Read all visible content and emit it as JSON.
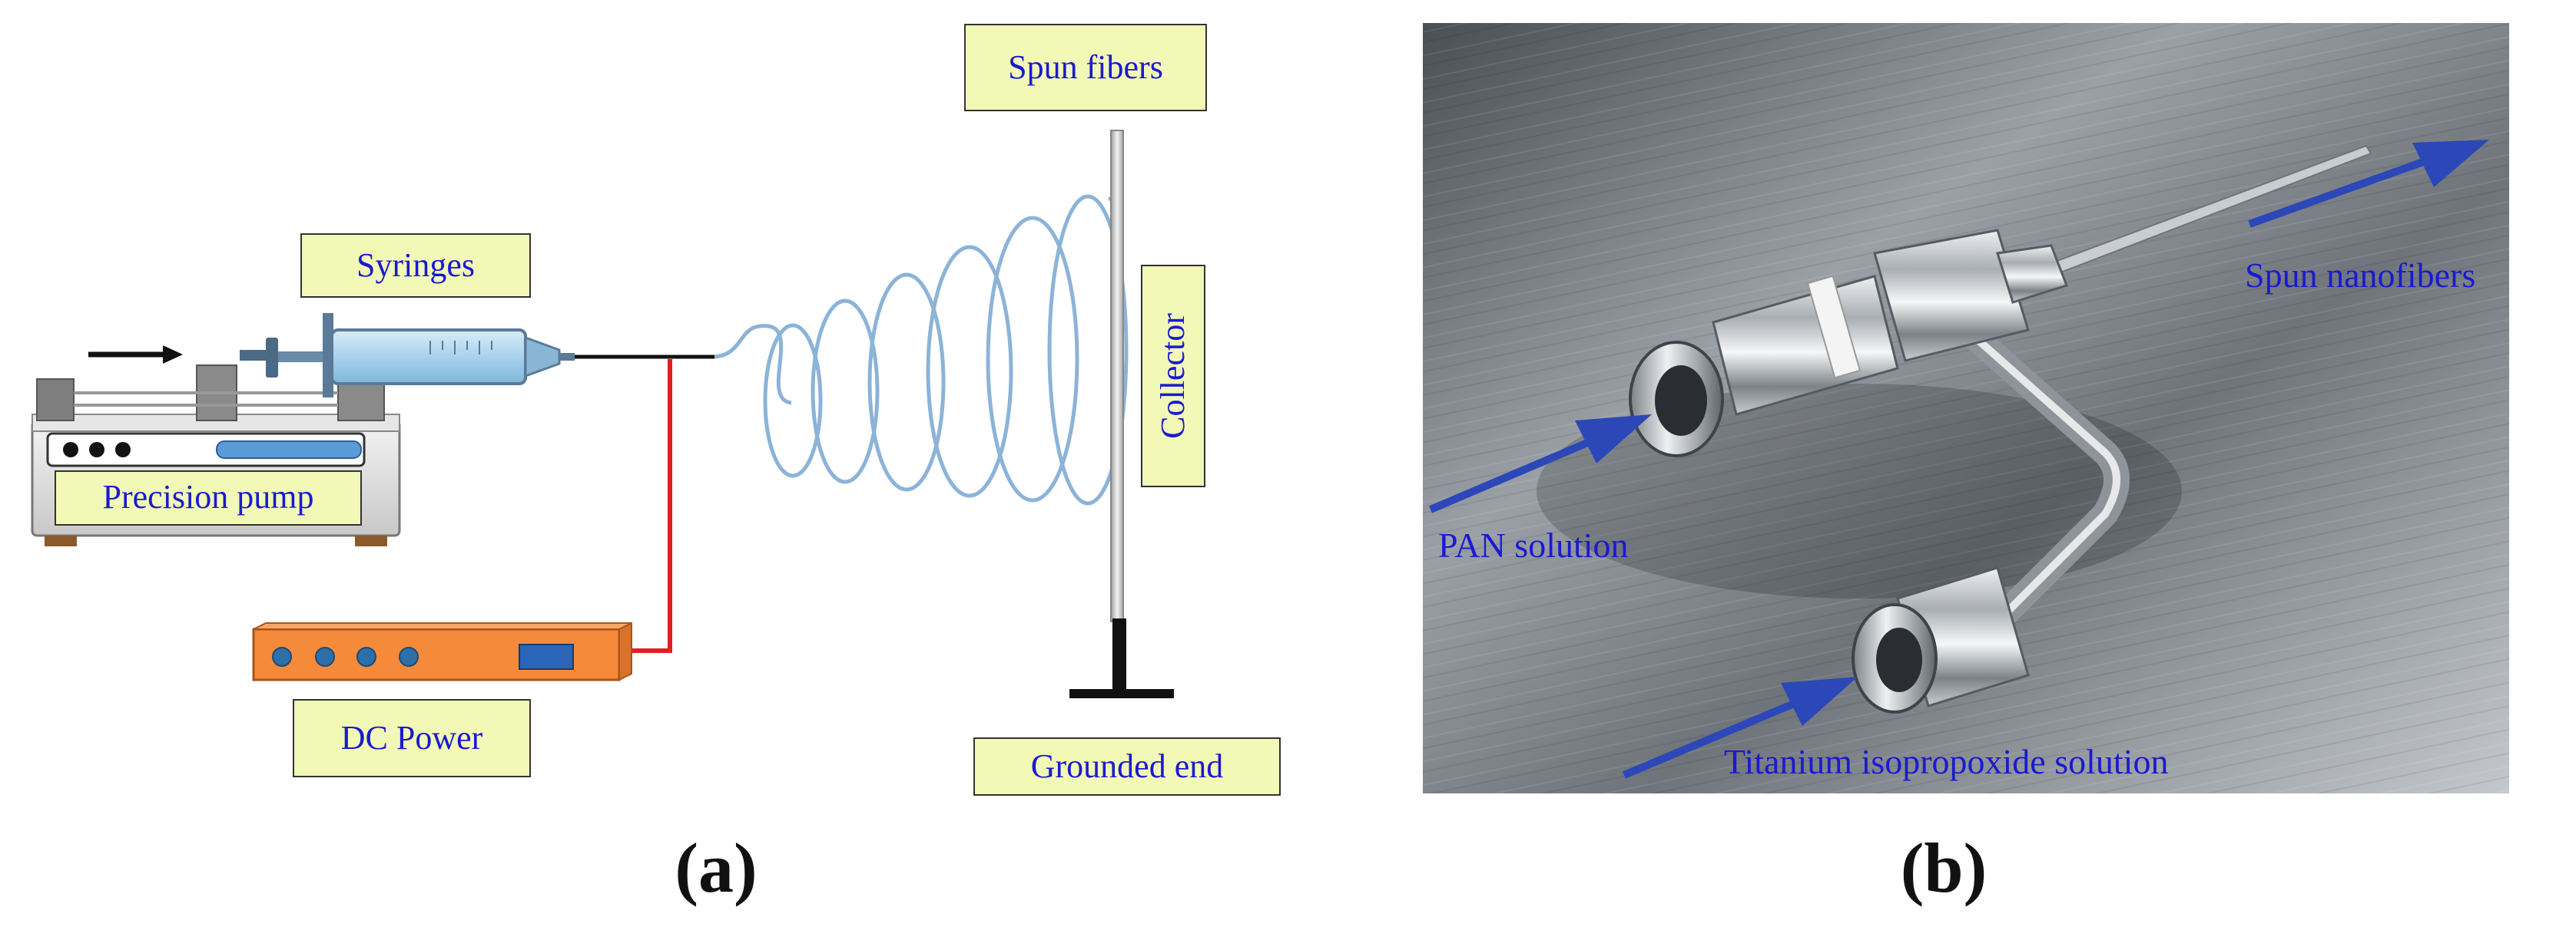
{
  "panel_a": {
    "caption": "(a)",
    "labels": {
      "syringes": "Syringes",
      "precision_pump": "Precision pump",
      "dc_power": "DC Power",
      "spun_fibers": "Spun fibers",
      "collector": "Collector",
      "grounded_end": "Grounded end"
    }
  },
  "panel_b": {
    "caption": "(b)",
    "labels": {
      "spun_nanofibers": "Spun nanofibers",
      "pan_solution": "PAN solution",
      "titanium_solution": "Titanium isopropoxide solution"
    }
  },
  "colors": {
    "label_box_fill": "#f2f8b6",
    "label_text": "#1a1ad0",
    "arrow_blue": "#2b47b8",
    "fiber_blue": "#8cb3d8",
    "wire_red": "#e02020",
    "power_orange": "#f58a3a"
  }
}
